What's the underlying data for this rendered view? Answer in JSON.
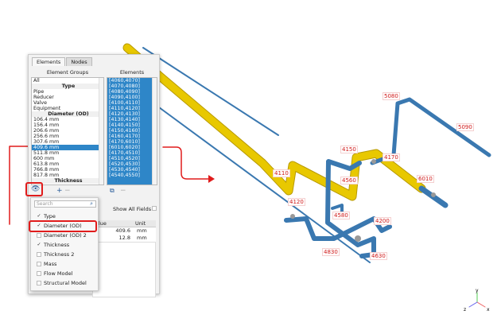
{
  "panel": {
    "tabs": [
      {
        "label": "Elements",
        "active": true
      },
      {
        "label": "Nodes",
        "active": false
      }
    ],
    "groups_header": "Element Groups",
    "elements_header": "Elements",
    "groups": [
      {
        "label": "All",
        "type": "item"
      },
      {
        "label": "Type",
        "type": "section"
      },
      {
        "label": "Pipe",
        "type": "item"
      },
      {
        "label": "Reducer",
        "type": "item"
      },
      {
        "label": "Valve",
        "type": "item"
      },
      {
        "label": "Equipment",
        "type": "item"
      },
      {
        "label": "Diameter (OD)",
        "type": "section"
      },
      {
        "label": "106.4 mm",
        "type": "item"
      },
      {
        "label": "156.4 mm",
        "type": "item"
      },
      {
        "label": "206.6 mm",
        "type": "item"
      },
      {
        "label": "256.6 mm",
        "type": "item"
      },
      {
        "label": "307.6 mm",
        "type": "item"
      },
      {
        "label": "409.6 mm",
        "type": "item",
        "selected": true
      },
      {
        "label": "511.8 mm",
        "type": "item"
      },
      {
        "label": "600 mm",
        "type": "item"
      },
      {
        "label": "613.8 mm",
        "type": "item"
      },
      {
        "label": "766.8 mm",
        "type": "item"
      },
      {
        "label": "817.8 mm",
        "type": "item"
      },
      {
        "label": "Thickness",
        "type": "section"
      }
    ],
    "elements": [
      "[4060,4070]",
      "[4070,4080]",
      "[4080,4090]",
      "[4090,4100]",
      "[4100,4110]",
      "[4110,4120]",
      "[4120,4130]",
      "[4130,4140]",
      "[4140,4150]",
      "[4150,4160]",
      "[4160,4170]",
      "[4170,6010]",
      "[6010,6020]",
      "[4170,4510]",
      "[4510,4520]",
      "[4520,4530]",
      "[4530,4540]",
      "[4540,4550]"
    ],
    "toolbar": {
      "eye": "eye-icon",
      "add": "+",
      "remove": "−",
      "copy": "copy-icon",
      "remove2": "−"
    },
    "show_all_fields": "Show All Fields",
    "table": {
      "headers": [
        "Value",
        "Unit"
      ],
      "rows": [
        [
          "409.6",
          "mm"
        ],
        [
          "12.8",
          "mm"
        ]
      ]
    }
  },
  "popup": {
    "search_placeholder": "Search",
    "items": [
      {
        "label": "Type",
        "checked": true
      },
      {
        "label": "Diameter (OD)",
        "checked": true
      },
      {
        "label": "Diameter (OD) 2",
        "checked": false
      },
      {
        "label": "Thickness",
        "checked": true
      },
      {
        "label": "Thickness 2",
        "checked": false
      },
      {
        "label": "Mass",
        "checked": false
      },
      {
        "label": "Flow Model",
        "checked": false
      },
      {
        "label": "Structural Model",
        "checked": false
      }
    ]
  },
  "viewport": {
    "node_labels": [
      "4110",
      "4120",
      "4150",
      "4170",
      "4560",
      "4580",
      "4200",
      "4830",
      "4630",
      "5080",
      "5090",
      "6010"
    ],
    "axes": {
      "x": "x",
      "y": "y",
      "z": "z"
    },
    "colors": {
      "highlight_pipe": "#e8c800",
      "pipe": "#3a78b0",
      "label": "#d01818",
      "annotation": "#e01c1c"
    }
  }
}
